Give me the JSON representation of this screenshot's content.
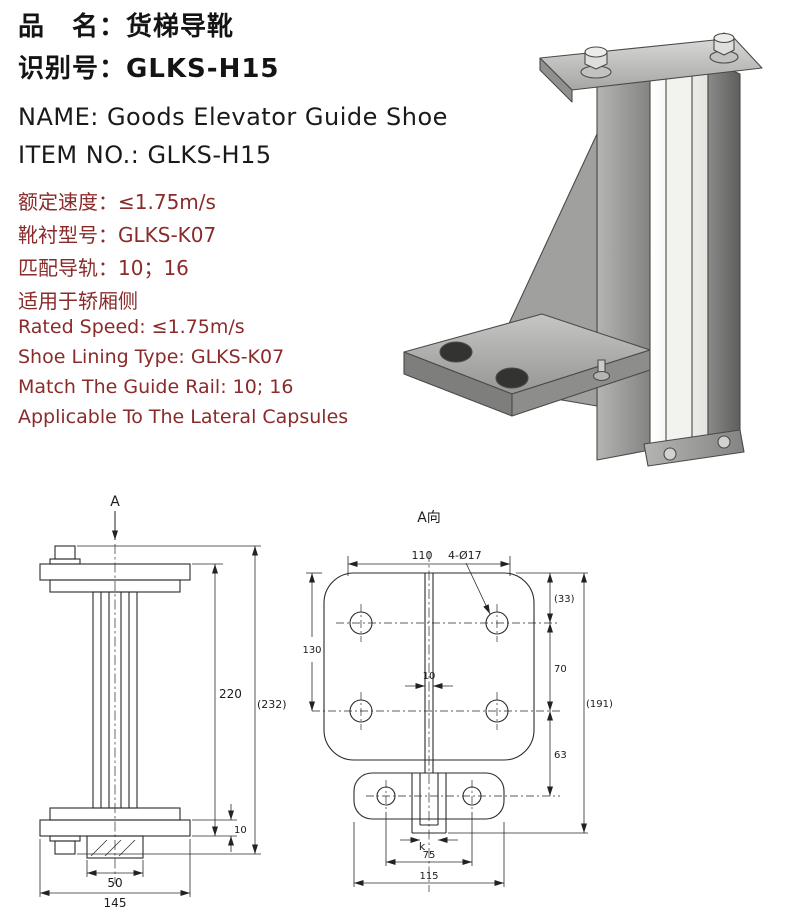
{
  "page": {
    "background": "#ffffff",
    "header_color": "#141414",
    "spec_color": "#8a2b2b",
    "line_color": "#2a2a2a"
  },
  "header": {
    "cn_name": "品　名：货梯导靴",
    "cn_id": "识别号：GLKS-H15",
    "en_name": "NAME: Goods Elevator Guide Shoe",
    "en_item": "ITEM NO.: GLKS-H15"
  },
  "specs_cn": [
    "额定速度：≤1.75m/s",
    "靴衬型号：GLKS-K07",
    "匹配导轨：10；16",
    "适用于轿厢侧"
  ],
  "specs_en": [
    "Rated Speed: ≤1.75m/s",
    "Shoe Lining Type: GLKS-K07",
    "Match The Guide Rail: 10; 16",
    "Applicable To The Lateral Capsules"
  ],
  "side_view": {
    "view_label": "A",
    "dim_height": "220",
    "dim_overall_height": "(232)",
    "dim_plate_thickness": "10",
    "dim_inner_width": "50",
    "dim_flange_width": "145"
  },
  "top_view": {
    "title": "A向",
    "dim_top_width": "110",
    "dim_holes": "4-Ø17",
    "dim_edge_offset": "(33)",
    "dim_left_height": "130",
    "dim_hole_rows": "70",
    "dim_rib_width": "10",
    "dim_overall_height": "(191)",
    "dim_lower_offset": "63",
    "dim_slot": "k",
    "dim_slot_holes": "75",
    "dim_bottom_width": "115"
  }
}
